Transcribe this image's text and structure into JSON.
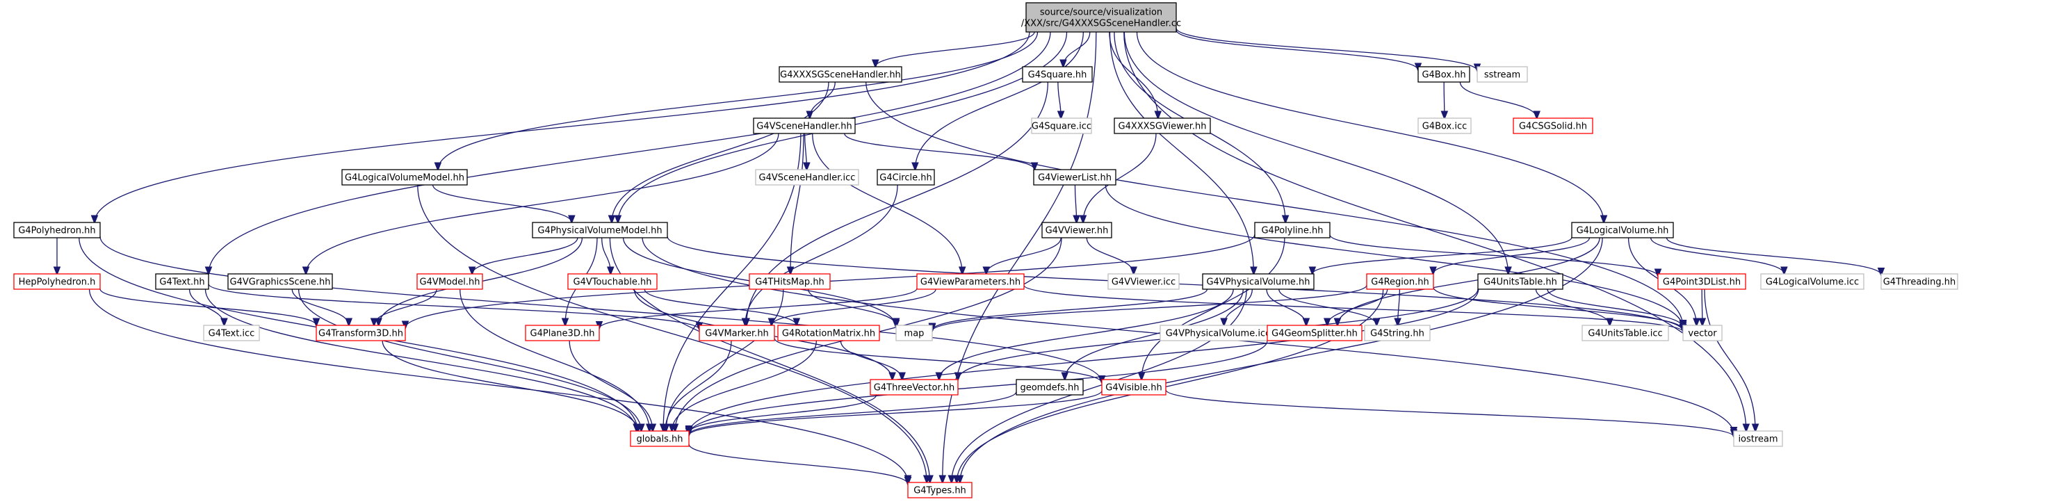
{
  "graph": {
    "root": "src",
    "nodes": [
      {
        "id": "src",
        "lines": [
          "source/source/visualization",
          "/XXX/src/G4XXXSGSceneHandler.cc"
        ],
        "style": "root"
      },
      {
        "id": "g4xxxsgscenehandler_hh",
        "lines": [
          "G4XXXSGSceneHandler.hh"
        ],
        "style": "black"
      },
      {
        "id": "g4square_hh",
        "lines": [
          "G4Square.hh"
        ],
        "style": "black"
      },
      {
        "id": "g4box_hh",
        "lines": [
          "G4Box.hh"
        ],
        "style": "black"
      },
      {
        "id": "sstream",
        "lines": [
          "sstream"
        ],
        "style": "gray"
      },
      {
        "id": "g4square_icc",
        "lines": [
          "G4Square.icc"
        ],
        "style": "gray"
      },
      {
        "id": "g4xxxsgviewer_hh",
        "lines": [
          "G4XXXSGViewer.hh"
        ],
        "style": "black"
      },
      {
        "id": "g4box_icc",
        "lines": [
          "G4Box.icc"
        ],
        "style": "gray"
      },
      {
        "id": "g4csgsolid_hh",
        "lines": [
          "G4CSGSolid.hh"
        ],
        "style": "red"
      },
      {
        "id": "g4vscenehandler_hh",
        "lines": [
          "G4VSceneHandler.hh"
        ],
        "style": "black"
      },
      {
        "id": "g4logicalvolumemodel_hh",
        "lines": [
          "G4LogicalVolumeModel.hh"
        ],
        "style": "black"
      },
      {
        "id": "g4circle_hh",
        "lines": [
          "G4Circle.hh"
        ],
        "style": "black"
      },
      {
        "id": "g4vscenehandler_icc",
        "lines": [
          "G4VSceneHandler.icc"
        ],
        "style": "gray"
      },
      {
        "id": "g4viewerlist_hh",
        "lines": [
          "G4ViewerList.hh"
        ],
        "style": "black"
      },
      {
        "id": "g4polyhedron_hh",
        "lines": [
          "G4Polyhedron.hh"
        ],
        "style": "black"
      },
      {
        "id": "g4physicalvolumemodel_hh",
        "lines": [
          "G4PhysicalVolumeModel.hh"
        ],
        "style": "black"
      },
      {
        "id": "g4vviewer_hh",
        "lines": [
          "G4VViewer.hh"
        ],
        "style": "black"
      },
      {
        "id": "g4polyline_hh",
        "lines": [
          "G4Polyline.hh"
        ],
        "style": "black"
      },
      {
        "id": "g4logicalvolume_hh",
        "lines": [
          "G4LogicalVolume.hh"
        ],
        "style": "black"
      },
      {
        "id": "hepolyhedron_h",
        "lines": [
          "HepPolyhedron.h"
        ],
        "style": "red"
      },
      {
        "id": "g4text_hh",
        "lines": [
          "G4Text.hh"
        ],
        "style": "black"
      },
      {
        "id": "g4vgraphicsscene_hh",
        "lines": [
          "G4VGraphicsScene.hh"
        ],
        "style": "black"
      },
      {
        "id": "g4vmodel_hh",
        "lines": [
          "G4VModel.hh"
        ],
        "style": "red"
      },
      {
        "id": "g4vtouchable_hh",
        "lines": [
          "G4VTouchable.hh"
        ],
        "style": "red"
      },
      {
        "id": "g4thitsmap_hh",
        "lines": [
          "G4THitsMap.hh"
        ],
        "style": "red"
      },
      {
        "id": "g4viewparameters_hh",
        "lines": [
          "G4ViewParameters.hh"
        ],
        "style": "red"
      },
      {
        "id": "g4vviewer_icc",
        "lines": [
          "G4VViewer.icc"
        ],
        "style": "gray"
      },
      {
        "id": "g4vphysicalvolume_hh",
        "lines": [
          "G4VPhysicalVolume.hh"
        ],
        "style": "black"
      },
      {
        "id": "g4region_hh",
        "lines": [
          "G4Region.hh"
        ],
        "style": "red"
      },
      {
        "id": "g4unitstable_hh",
        "lines": [
          "G4UnitsTable.hh"
        ],
        "style": "black"
      },
      {
        "id": "g4point3dlist_hh",
        "lines": [
          "G4Point3DList.hh"
        ],
        "style": "red"
      },
      {
        "id": "g4logicalvolume_icc",
        "lines": [
          "G4LogicalVolume.icc"
        ],
        "style": "gray"
      },
      {
        "id": "g4threading_hh",
        "lines": [
          "G4Threading.hh"
        ],
        "style": "gray"
      },
      {
        "id": "g4text_icc",
        "lines": [
          "G4Text.icc"
        ],
        "style": "gray"
      },
      {
        "id": "g4transform3d_hh",
        "lines": [
          "G4Transform3D.hh"
        ],
        "style": "red"
      },
      {
        "id": "g4plane3d_hh",
        "lines": [
          "G4Plane3D.hh"
        ],
        "style": "red"
      },
      {
        "id": "g4vmarker_hh",
        "lines": [
          "G4VMarker.hh"
        ],
        "style": "red"
      },
      {
        "id": "g4rotationmatrix_hh",
        "lines": [
          "G4RotationMatrix.hh"
        ],
        "style": "red"
      },
      {
        "id": "map",
        "lines": [
          "map"
        ],
        "style": "gray"
      },
      {
        "id": "g4vphysicalvolume_icc",
        "lines": [
          "G4VPhysicalVolume.icc"
        ],
        "style": "gray"
      },
      {
        "id": "g4geomsplitter_hh",
        "lines": [
          "G4GeomSplitter.hh"
        ],
        "style": "red"
      },
      {
        "id": "g4string_hh",
        "lines": [
          "G4String.hh"
        ],
        "style": "gray"
      },
      {
        "id": "g4unitstable_icc",
        "lines": [
          "G4UnitsTable.icc"
        ],
        "style": "gray"
      },
      {
        "id": "vector",
        "lines": [
          "vector"
        ],
        "style": "gray"
      },
      {
        "id": "g4threevector_hh",
        "lines": [
          "G4ThreeVector.hh"
        ],
        "style": "red"
      },
      {
        "id": "geomdefs_hh",
        "lines": [
          "geomdefs.hh"
        ],
        "style": "black"
      },
      {
        "id": "g4visible_hh",
        "lines": [
          "G4Visible.hh"
        ],
        "style": "red"
      },
      {
        "id": "globals_hh",
        "lines": [
          "globals.hh"
        ],
        "style": "red"
      },
      {
        "id": "iostream",
        "lines": [
          "iostream"
        ],
        "style": "gray"
      },
      {
        "id": "g4types_hh",
        "lines": [
          "G4Types.hh"
        ],
        "style": "red"
      }
    ],
    "edges": [
      [
        "src",
        "g4xxxsgscenehandler_hh"
      ],
      [
        "src",
        "g4square_hh"
      ],
      [
        "src",
        "g4box_hh"
      ],
      [
        "src",
        "sstream"
      ],
      [
        "src",
        "g4xxxsgviewer_hh"
      ],
      [
        "src",
        "g4logicalvolumemodel_hh"
      ],
      [
        "src",
        "g4circle_hh"
      ],
      [
        "src",
        "g4polyhedron_hh"
      ],
      [
        "src",
        "g4physicalvolumemodel_hh"
      ],
      [
        "src",
        "g4polyline_hh"
      ],
      [
        "src",
        "g4logicalvolume_hh"
      ],
      [
        "src",
        "g4text_hh"
      ],
      [
        "src",
        "g4vphysicalvolume_hh"
      ],
      [
        "src",
        "g4unitstable_hh"
      ],
      [
        "src",
        "iostream"
      ],
      [
        "src",
        "g4types_hh"
      ],
      [
        "g4xxxsgscenehandler_hh",
        "g4vscenehandler_hh"
      ],
      [
        "g4xxxsgscenehandler_hh",
        "g4physicalvolumemodel_hh"
      ],
      [
        "g4xxxsgscenehandler_hh",
        "vector"
      ],
      [
        "g4square_hh",
        "g4square_icc"
      ],
      [
        "g4square_hh",
        "g4vmarker_hh"
      ],
      [
        "g4box_hh",
        "g4box_icc"
      ],
      [
        "g4box_hh",
        "g4csgsolid_hh"
      ],
      [
        "g4xxxsgviewer_hh",
        "g4vviewer_hh"
      ],
      [
        "g4vscenehandler_hh",
        "g4vscenehandler_icc"
      ],
      [
        "g4vscenehandler_hh",
        "g4viewerlist_hh"
      ],
      [
        "g4vscenehandler_hh",
        "g4vgraphicsscene_hh"
      ],
      [
        "g4vscenehandler_hh",
        "g4thitsmap_hh"
      ],
      [
        "g4vscenehandler_hh",
        "g4viewparameters_hh"
      ],
      [
        "g4vscenehandler_hh",
        "globals_hh"
      ],
      [
        "g4logicalvolumemodel_hh",
        "g4physicalvolumemodel_hh"
      ],
      [
        "g4logicalvolumemodel_hh",
        "g4types_hh"
      ],
      [
        "g4circle_hh",
        "g4vmarker_hh"
      ],
      [
        "g4viewerlist_hh",
        "g4vviewer_hh"
      ],
      [
        "g4viewerlist_hh",
        "vector"
      ],
      [
        "g4polyhedron_hh",
        "hepolyhedron_h"
      ],
      [
        "g4polyhedron_hh",
        "g4visible_hh"
      ],
      [
        "g4polyhedron_hh",
        "globals_hh"
      ],
      [
        "g4physicalvolumemodel_hh",
        "g4vmodel_hh"
      ],
      [
        "g4physicalvolumemodel_hh",
        "g4vtouchable_hh"
      ],
      [
        "g4physicalvolumemodel_hh",
        "g4transform3d_hh"
      ],
      [
        "g4physicalvolumemodel_hh",
        "g4plane3d_hh"
      ],
      [
        "g4physicalvolumemodel_hh",
        "map"
      ],
      [
        "g4physicalvolumemodel_hh",
        "vector"
      ],
      [
        "g4physicalvolumemodel_hh",
        "iostream"
      ],
      [
        "g4physicalvolumemodel_hh",
        "g4types_hh"
      ],
      [
        "g4vviewer_hh",
        "g4vviewer_icc"
      ],
      [
        "g4vviewer_hh",
        "g4viewparameters_hh"
      ],
      [
        "g4vviewer_hh",
        "globals_hh"
      ],
      [
        "g4polyline_hh",
        "g4point3dlist_hh"
      ],
      [
        "g4polyline_hh",
        "g4visible_hh"
      ],
      [
        "g4polyline_hh",
        "g4transform3d_hh"
      ],
      [
        "g4logicalvolume_hh",
        "g4vphysicalvolume_hh"
      ],
      [
        "g4logicalvolume_hh",
        "g4region_hh"
      ],
      [
        "g4logicalvolume_hh",
        "g4logicalvolume_icc"
      ],
      [
        "g4logicalvolume_hh",
        "g4threading_hh"
      ],
      [
        "g4logicalvolume_hh",
        "g4geomsplitter_hh"
      ],
      [
        "g4logicalvolume_hh",
        "vector"
      ],
      [
        "g4logicalvolume_hh",
        "g4types_hh"
      ],
      [
        "hepolyhedron_h",
        "g4transform3d_hh"
      ],
      [
        "hepolyhedron_h",
        "g4types_hh"
      ],
      [
        "g4text_hh",
        "g4text_icc"
      ],
      [
        "g4text_hh",
        "g4vmarker_hh"
      ],
      [
        "g4text_hh",
        "globals_hh"
      ],
      [
        "g4vgraphicsscene_hh",
        "g4transform3d_hh"
      ],
      [
        "g4vgraphicsscene_hh",
        "globals_hh"
      ],
      [
        "g4vmodel_hh",
        "g4transform3d_hh"
      ],
      [
        "g4vmodel_hh",
        "globals_hh"
      ],
      [
        "g4vtouchable_hh",
        "g4rotationmatrix_hh"
      ],
      [
        "g4vtouchable_hh",
        "g4threevector_hh"
      ],
      [
        "g4thitsmap_hh",
        "map"
      ],
      [
        "g4thitsmap_hh",
        "globals_hh"
      ],
      [
        "g4viewparameters_hh",
        "g4vmarker_hh"
      ],
      [
        "g4viewparameters_hh",
        "g4plane3d_hh"
      ],
      [
        "g4viewparameters_hh",
        "vector"
      ],
      [
        "g4vphysicalvolume_hh",
        "map"
      ],
      [
        "g4vphysicalvolume_hh",
        "g4vphysicalvolume_icc"
      ],
      [
        "g4vphysicalvolume_hh",
        "g4geomsplitter_hh"
      ],
      [
        "g4vphysicalvolume_hh",
        "g4string_hh"
      ],
      [
        "g4vphysicalvolume_hh",
        "g4threevector_hh"
      ],
      [
        "g4vphysicalvolume_hh",
        "geomdefs_hh"
      ],
      [
        "g4vphysicalvolume_hh",
        "g4types_hh"
      ],
      [
        "g4region_hh",
        "g4string_hh"
      ],
      [
        "g4region_hh",
        "g4geomsplitter_hh"
      ],
      [
        "g4region_hh",
        "vector"
      ],
      [
        "g4region_hh",
        "map"
      ],
      [
        "g4region_hh",
        "g4types_hh"
      ],
      [
        "g4unitstable_hh",
        "g4unitstable_icc"
      ],
      [
        "g4unitstable_hh",
        "vector"
      ],
      [
        "g4unitstable_hh",
        "g4threevector_hh"
      ],
      [
        "g4unitstable_hh",
        "globals_hh"
      ],
      [
        "g4point3dlist_hh",
        "vector"
      ],
      [
        "g4point3dlist_hh",
        "iostream"
      ],
      [
        "g4transform3d_hh",
        "globals_hh"
      ],
      [
        "g4plane3d_hh",
        "globals_hh"
      ],
      [
        "g4vmarker_hh",
        "g4visible_hh"
      ],
      [
        "g4vmarker_hh",
        "globals_hh"
      ],
      [
        "g4rotationmatrix_hh",
        "g4threevector_hh"
      ],
      [
        "g4rotationmatrix_hh",
        "globals_hh"
      ],
      [
        "g4geomsplitter_hh",
        "globals_hh"
      ],
      [
        "g4threevector_hh",
        "globals_hh"
      ],
      [
        "geomdefs_hh",
        "globals_hh"
      ],
      [
        "g4visible_hh",
        "globals_hh"
      ],
      [
        "g4visible_hh",
        "iostream"
      ],
      [
        "globals_hh",
        "g4types_hh"
      ]
    ]
  }
}
